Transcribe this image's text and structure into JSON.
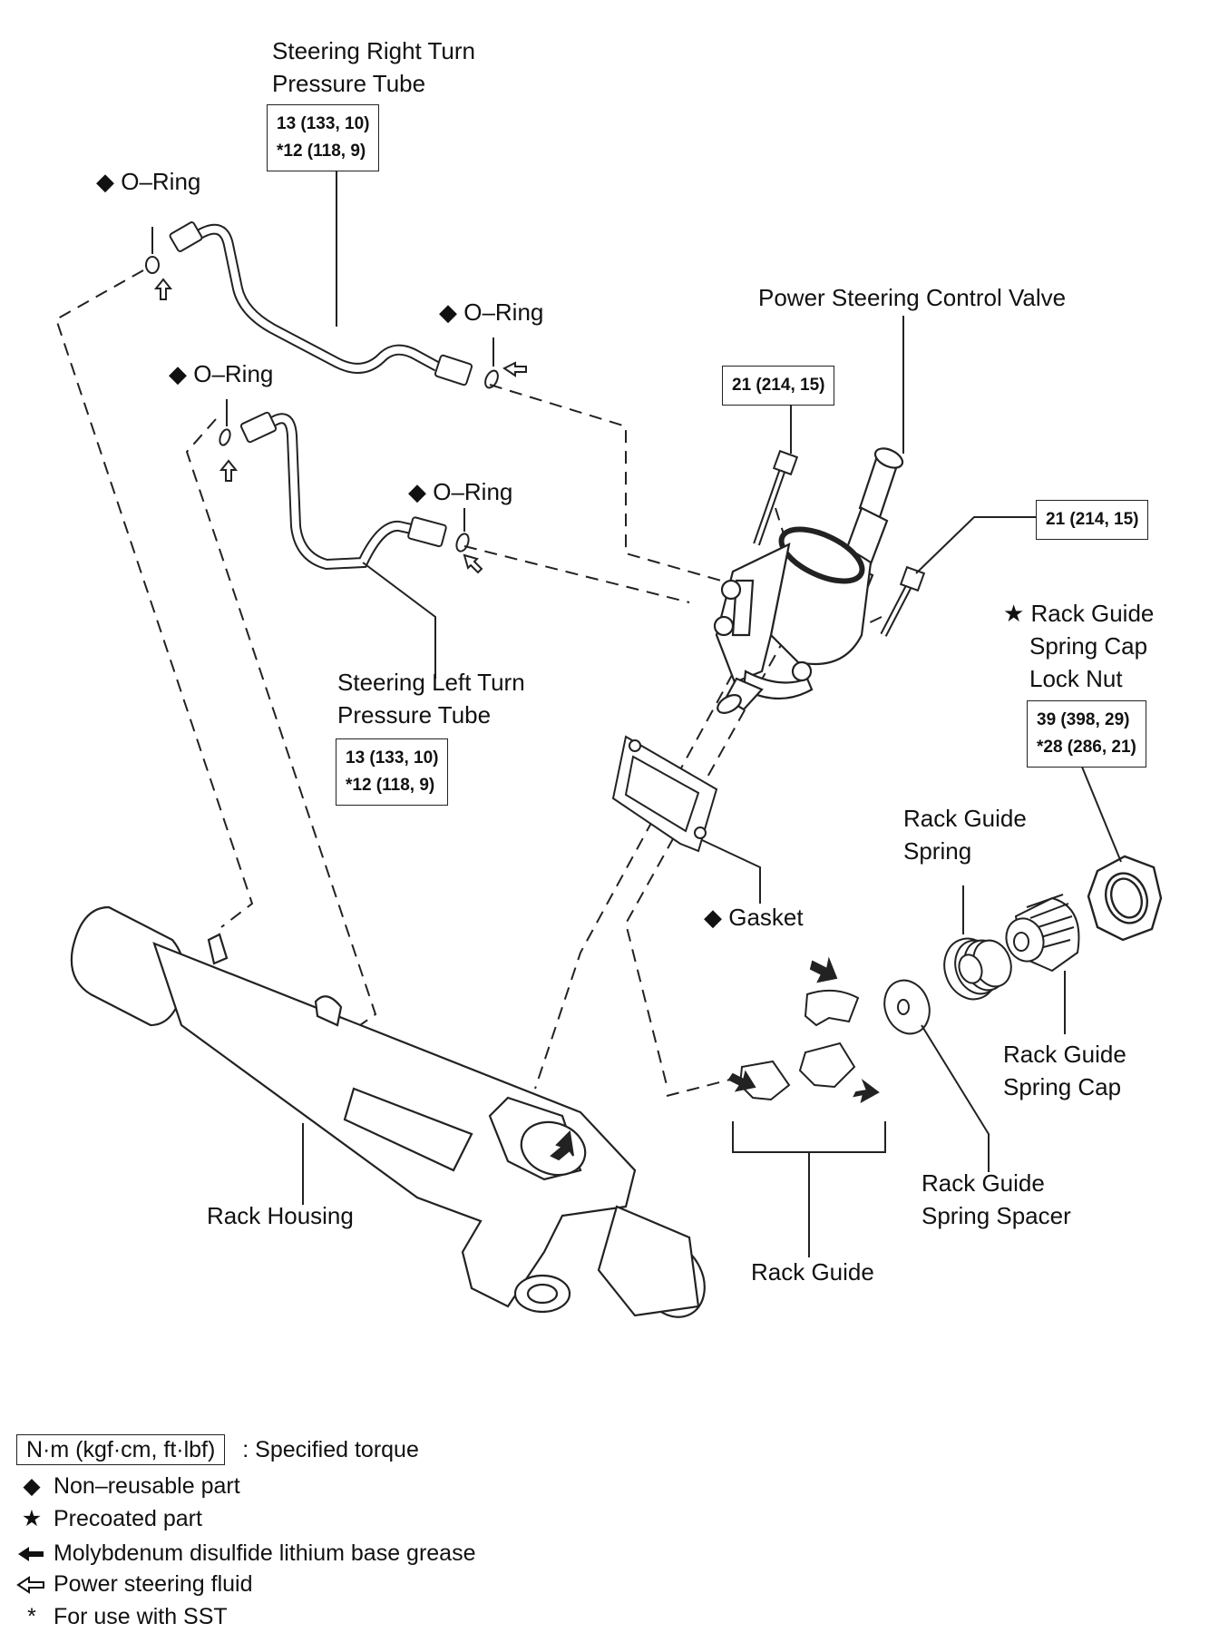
{
  "labels": {
    "right_tube": [
      "Steering Right Turn",
      "Pressure Tube"
    ],
    "left_tube": [
      "Steering Left Turn",
      "Pressure Tube"
    ],
    "oring_top_left": "◆ O–Ring",
    "oring_right_mid": "◆ O–Ring",
    "oring_left_mid": "◆ O–Ring",
    "oring_lower": "◆ O–Ring",
    "control_valve": "Power Steering Control Valve",
    "lock_nut": [
      "★ Rack Guide",
      "Spring Cap",
      "Lock Nut"
    ],
    "rack_guide_spring": [
      "Rack Guide",
      "Spring"
    ],
    "gasket": "◆ Gasket",
    "spring_cap": [
      "Rack Guide",
      "Spring Cap"
    ],
    "spring_spacer": [
      "Rack Guide",
      "Spring Spacer"
    ],
    "rack_housing": "Rack Housing",
    "rack_guide": "Rack Guide"
  },
  "torques": {
    "right_tube": [
      "13 (133, 10)",
      "*12 (118, 9)"
    ],
    "left_tube": [
      "13 (133, 10)",
      "*12 (118, 9)"
    ],
    "valve_bolt_left": [
      "21 (214, 15)"
    ],
    "valve_bolt_right": [
      "21 (214, 15)"
    ],
    "lock_nut": [
      "39 (398, 29)",
      "*28 (286, 21)"
    ]
  },
  "legend": {
    "unit": "N·m (kgf·cm, ft·lbf)",
    "specified": ": Specified torque",
    "non_reusable": "Non–reusable part",
    "precoated": "Precoated part",
    "grease": "Molybdenum disulfide lithium base grease",
    "fluid": "Power steering fluid",
    "sst": "For use with SST"
  },
  "symbols": {
    "diamond": "◆",
    "star": "★",
    "grease_arrow_icon": "solid-left-arrow",
    "fluid_arrow_icon": "hollow-left-arrow",
    "asterisk": "*"
  }
}
